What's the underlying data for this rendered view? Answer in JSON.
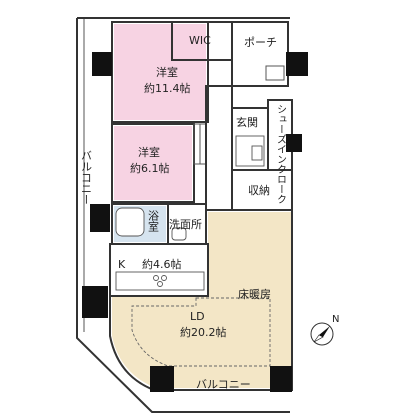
{
  "rooms": {
    "wic": {
      "name": "WIC"
    },
    "porch": {
      "name": "ポーチ"
    },
    "bedroom1": {
      "name": "洋室",
      "size": "約11.4帖"
    },
    "bedroom2": {
      "name": "洋室",
      "size": "約6.1帖"
    },
    "entrance": {
      "name": "玄関"
    },
    "shoe_closet": {
      "name": "シューズインクローク"
    },
    "storage": {
      "name": "収納"
    },
    "bath": {
      "name": "浴室"
    },
    "washroom": {
      "name": "洗面所"
    },
    "kitchen": {
      "name": "K",
      "size": "約4.6帖"
    },
    "living": {
      "name": "LD",
      "size": "約20.2帖"
    },
    "floor_heating": {
      "name": "床暖房"
    },
    "balcony_side": {
      "name": "バルコニー"
    },
    "balcony_bottom": {
      "name": "バルコニー"
    }
  },
  "compass": {
    "label": "N"
  },
  "colors": {
    "bedroom": "#f7d3e3",
    "living": "#f3e6c6",
    "kitchen": "#ffffff",
    "bath": "#d6e4ef",
    "wall": "#333333",
    "pillar": "#111111"
  }
}
